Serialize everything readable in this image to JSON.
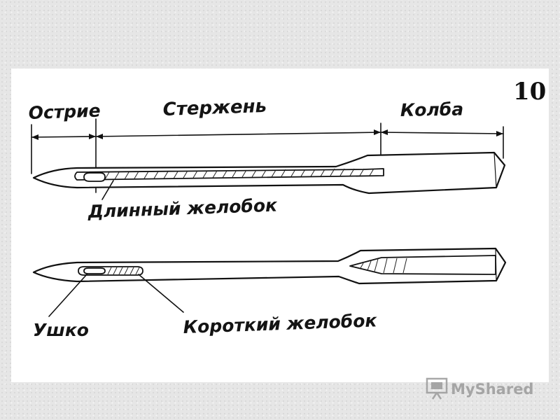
{
  "figure": {
    "number": "10",
    "labels": {
      "tip": "Острие",
      "shaft": "Стержень",
      "bulb": "Колба",
      "long_groove": "Длинный желобок",
      "eye": "Ушко",
      "short_groove": "Короткий желобок"
    }
  },
  "watermark": {
    "text": "MyShared",
    "icon": "projector-screen-icon"
  },
  "colors": {
    "ink": "#111111",
    "paper": "#ffffff",
    "background": "#e6e6e6",
    "watermark": "#9a9a9a"
  }
}
